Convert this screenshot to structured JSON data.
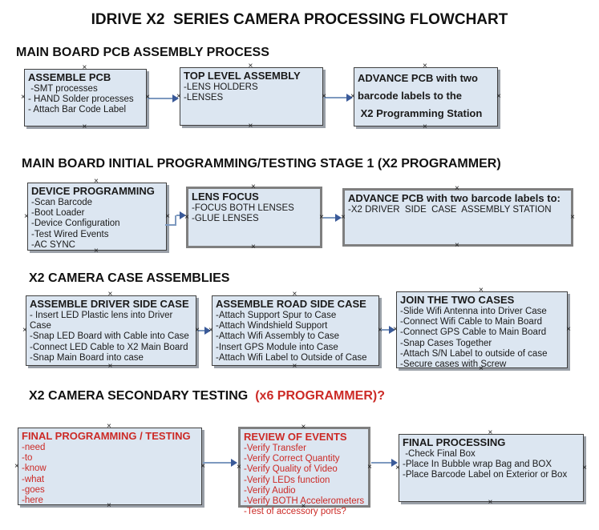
{
  "title": "IDRIVE X2  SERIES CAMERA PROCESSING FLOWCHART",
  "icons": {
    "connector_handle": "×"
  },
  "colors": {
    "box_fill": "#dce6f1",
    "box_border_dark": "#3f3f3f",
    "box_border_gray": "#7f7f7f",
    "accent_red": "#cc2a26",
    "arrow_line": "#7d99bf",
    "arrow_head": "#3a5a99"
  },
  "sections": [
    {
      "heading": "MAIN BOARD PCB ASSEMBLY PROCESS",
      "boxes": [
        {
          "title": "ASSEMBLE PCB",
          "items": [
            " -SMT processes",
            "- HAND Solder processes",
            "- Attach Bar Code Label"
          ]
        },
        {
          "title": "TOP LEVEL ASSEMBLY",
          "items": [
            "-LENS HOLDERS",
            "-LENSES"
          ]
        },
        {
          "title": "ADVANCE PCB with two\nbarcode labels to the\n X2 Programming Station",
          "items": []
        }
      ]
    },
    {
      "heading": "MAIN BOARD INITIAL PROGRAMMING/TESTING STAGE 1 (X2 PROGRAMMER)",
      "boxes": [
        {
          "title": "DEVICE PROGRAMMING",
          "items": [
            "-Scan Barcode",
            "-Boot Loader",
            "-Device Configuration",
            "-Test Wired Events",
            "-AC SYNC"
          ]
        },
        {
          "title": "LENS FOCUS",
          "items": [
            "-FOCUS BOTH LENSES",
            "-GLUE LENSES"
          ]
        },
        {
          "title": "ADVANCE PCB with two barcode labels to:",
          "items": [
            "-X2 DRIVER  SIDE  CASE  ASSEMBLY STATION"
          ]
        }
      ]
    },
    {
      "heading": "X2 CAMERA CASE ASSEMBLIES",
      "boxes": [
        {
          "title": "ASSEMBLE DRIVER SIDE CASE",
          "items": [
            "- Insert LED Plastic lens into Driver Case",
            "-Snap LED Board with Cable into Case",
            "-Connect LED Cable to X2 Main Board",
            "-Snap Main Board into case"
          ]
        },
        {
          "title": "ASSEMBLE ROAD SIDE CASE",
          "items": [
            "-Attach Support Spur to Case",
            "-Attach Windshield Support",
            "-Attach Wifi Assembly to Case",
            "-Insert GPS Module into Case",
            "-Attach Wifi Label to Outside of Case"
          ]
        },
        {
          "title": "JOIN THE TWO CASES",
          "items": [
            "-Slide Wifi Antenna into Driver Case",
            "-Connect Wifi Cable to Main Board",
            "-Connect GPS Cable to Main Board",
            "-Snap Cases Together",
            "-Attach S/N Label to outside of case",
            "-Secure cases with Screw"
          ]
        }
      ]
    },
    {
      "heading": "X2 CAMERA SECONDARY TESTING",
      "heading_red": "(x6 PROGRAMMER)?",
      "boxes": [
        {
          "title": "FINAL PROGRAMMING / TESTING",
          "red": true,
          "items": [
            "-need",
            "-to",
            "-know",
            "-what",
            "-goes",
            "-here"
          ]
        },
        {
          "title": "REVIEW OF EVENTS",
          "red": true,
          "items": [
            "-Verify Transfer",
            "-Verify Correct Quantity",
            "-Verify Quality of Video",
            "-Verify LEDs function",
            "-Verify Audio",
            "-Verify BOTH Accelerometers",
            "-Test of accessory ports?"
          ]
        },
        {
          "title": "FINAL PROCESSING",
          "items": [
            " -Check Final Box",
            "-Place In Bubble wrap Bag and BOX",
            "-Place Barcode Label on Exterior or Box"
          ]
        }
      ]
    }
  ]
}
